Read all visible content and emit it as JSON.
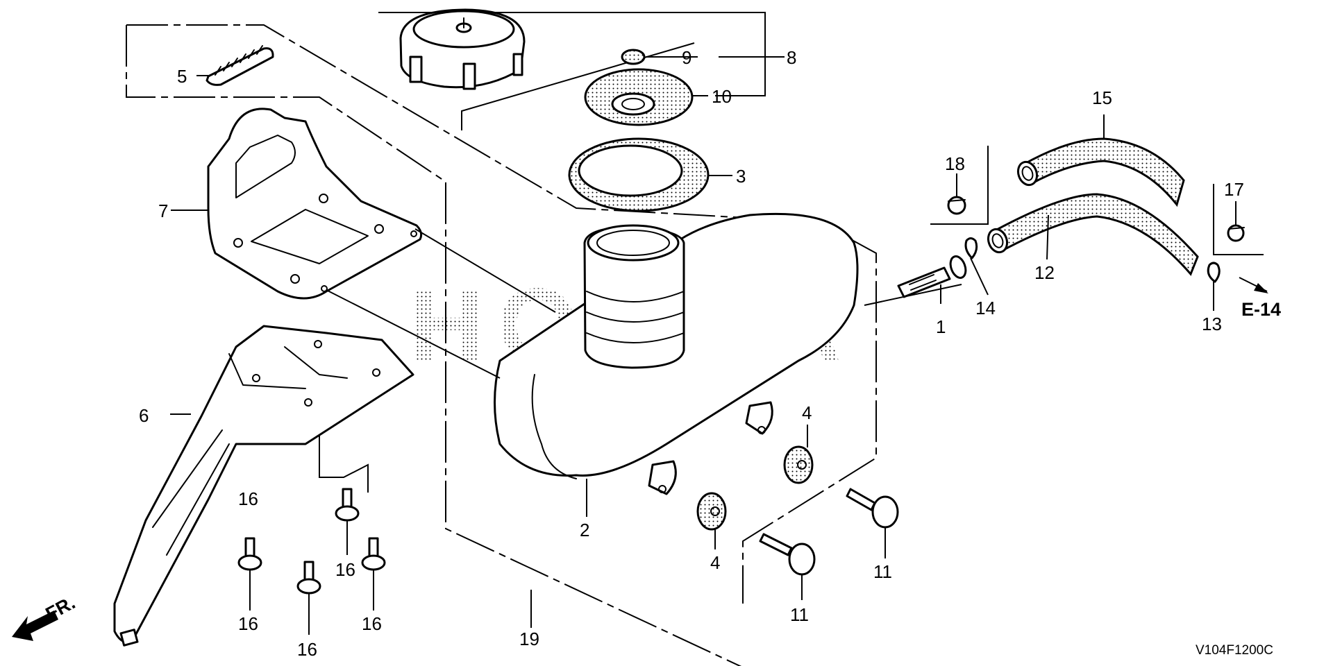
{
  "diagram": {
    "type": "exploded-parts-diagram",
    "brand_watermark": "HONDA",
    "figure_code": "V104F1200C",
    "front_indicator": "FR.",
    "reference_label": "E-14",
    "callouts": [
      {
        "id": "c1",
        "label": "1",
        "part": "fuel-strainer-cup"
      },
      {
        "id": "c2",
        "label": "2",
        "part": "fuel-tank"
      },
      {
        "id": "c3",
        "label": "3",
        "part": "fuel-cap-gasket"
      },
      {
        "id": "c4a",
        "label": "4",
        "part": "tank-mount-rubber"
      },
      {
        "id": "c4b",
        "label": "4",
        "part": "tank-mount-rubber"
      },
      {
        "id": "c5",
        "label": "5",
        "part": "clip"
      },
      {
        "id": "c6",
        "label": "6",
        "part": "tank-bracket"
      },
      {
        "id": "c7",
        "label": "7",
        "part": "tank-protector"
      },
      {
        "id": "c8",
        "label": "8",
        "part": "fuel-filler-cap"
      },
      {
        "id": "c9",
        "label": "9",
        "part": "cap-plug"
      },
      {
        "id": "c10",
        "label": "10",
        "part": "cap-seal-plate"
      },
      {
        "id": "c11a",
        "label": "11",
        "part": "flange-bolt"
      },
      {
        "id": "c11b",
        "label": "11",
        "part": "flange-bolt"
      },
      {
        "id": "c12",
        "label": "12",
        "part": "fuel-tube"
      },
      {
        "id": "c13",
        "label": "13",
        "part": "tube-clip"
      },
      {
        "id": "c14",
        "label": "14",
        "part": "tube-clip"
      },
      {
        "id": "c15",
        "label": "15",
        "part": "fuel-tube"
      },
      {
        "id": "c16a",
        "label": "16",
        "part": "flange-bolt"
      },
      {
        "id": "c16b",
        "label": "16",
        "part": "flange-bolt"
      },
      {
        "id": "c16c",
        "label": "16",
        "part": "flange-bolt"
      },
      {
        "id": "c16d",
        "label": "16",
        "part": "flange-bolt"
      },
      {
        "id": "c16e",
        "label": "16",
        "part": "flange-bolt"
      },
      {
        "id": "c17",
        "label": "17",
        "part": "hose-clamp"
      },
      {
        "id": "c18",
        "label": "18",
        "part": "hose-clamp"
      },
      {
        "id": "c19",
        "label": "19",
        "part": "fuel-tank-assembly"
      }
    ]
  }
}
